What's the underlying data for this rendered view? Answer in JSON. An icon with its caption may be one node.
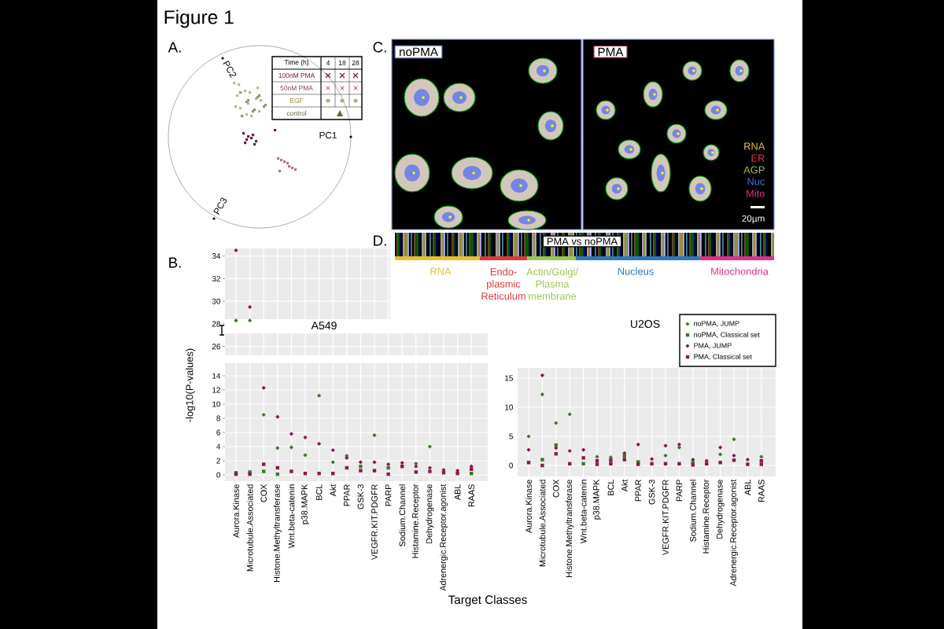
{
  "diagram": {
    "nodes": [
      {
        "text": [
          "noPMA"
        ]
      },
      {
        "text": [
          "PMA"
        ]
      },
      {
        "text": [
          "PMA vs noPMA"
        ]
      }
    ],
    "labels": [
      "Figure 1",
      "A.",
      "PC2",
      "Time (h)",
      "4",
      "18",
      "28",
      "100nM PMA",
      "50nM PMA",
      "EGF",
      "control",
      "PC1",
      "PC3",
      "C.",
      "RNA",
      "ER",
      "AGP",
      "Nuc",
      "Mito",
      "20µm",
      "D.",
      "RNA",
      "Endo- plasmic Reticulum",
      "Actin/Golgi/ Plasma membrane",
      "Nucleus",
      "Mitochondria",
      "B.",
      "-log10(P-values)",
      "34",
      "32",
      "30",
      "28",
      "26",
      "14",
      "12",
      "10",
      "8",
      "6",
      "4",
      "2",
      "0",
      "A549",
      "Aurora.Kinase",
      "Microtubule.Associated",
      "COX",
      "Histone.Methyltransferase",
      "Wnt.beta-catenin",
      "p38.MAPK",
      "BCL",
      "Akt",
      "PPAR",
      "GSK-3",
      "VEGFR.KIT.PDGFR",
      "PARP",
      "Sodium.Channel",
      "Histamine.Receptor",
      "Dehydrogenase",
      "Adrenergic.Receptor.agonist",
      "ABL",
      "RAAS",
      "U2OS",
      "15",
      "10",
      "5",
      "0",
      "Aurora.Kinase",
      "Microtubule.Associated",
      "COX",
      "Histone.Methyltransferase",
      "Wnt.beta-catenin",
      "p38.MAPK",
      "BCL",
      "Akt",
      "PPAR",
      "GSK-3",
      "VEGFR.KIT.PDGFR",
      "PARP",
      "Sodium.Channel",
      "Histamine.Receptor",
      "Dehydrogenase",
      "Adrenergic.Receptor.agonist",
      "ABL",
      "RAAS",
      "Target Classes"
    ],
    "legend": [
      {
        "text": "noPMA, JUMP"
      },
      {
        "text": "noPMA, Classical set"
      },
      {
        "text": "PMA, JUMP"
      },
      {
        "text": "PMA, Classical set"
      }
    ]
  }
}
